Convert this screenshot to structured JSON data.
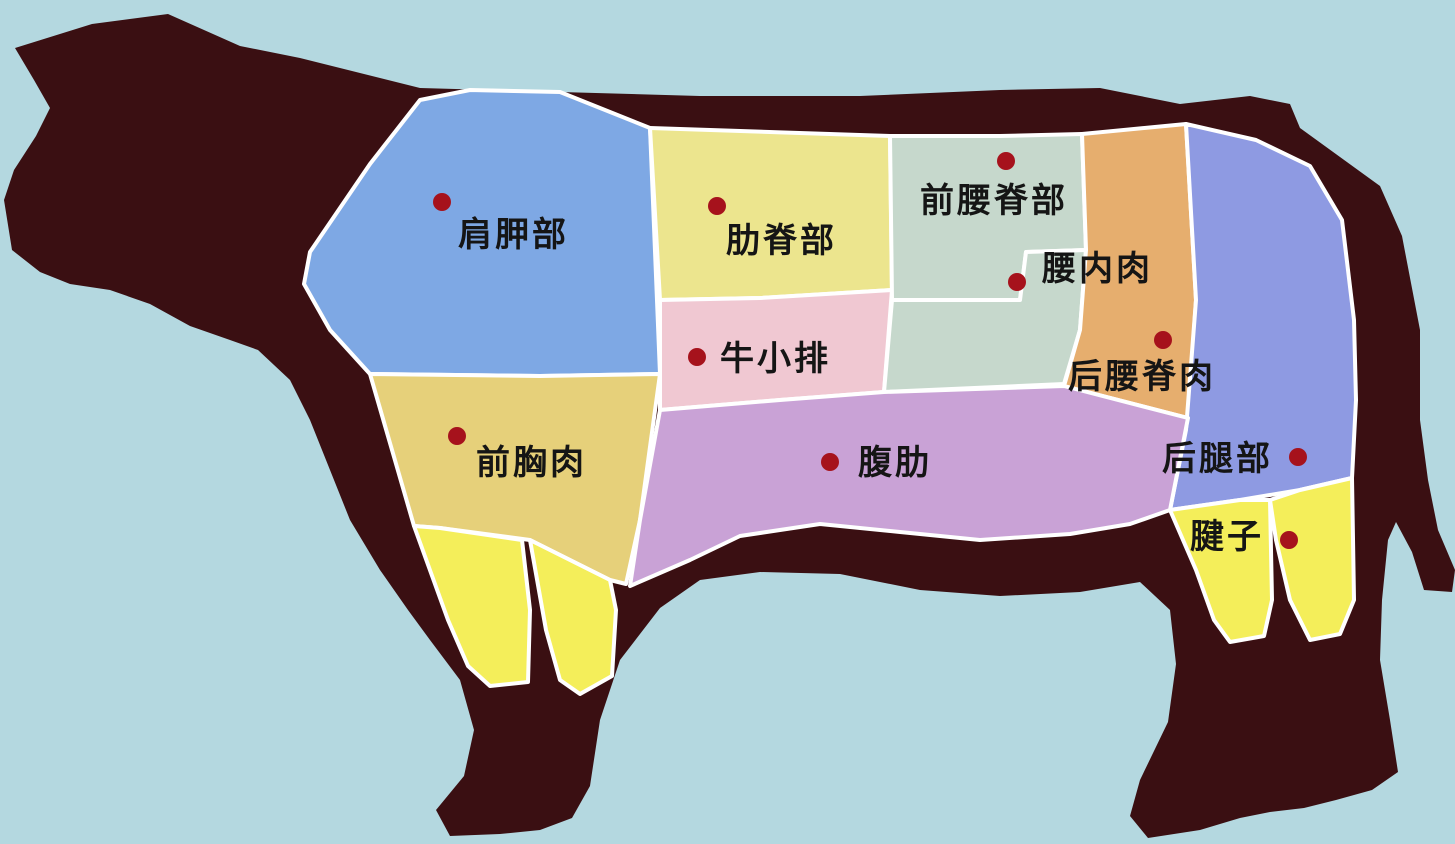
{
  "diagram": {
    "colors": {
      "background": "#b4d8e0",
      "silhouette": "#3a0f12",
      "outline": "#ffffff",
      "dot": "#a6121c",
      "label": "#151515"
    },
    "cuts": [
      {
        "id": "shoulder",
        "label": "肩胛部",
        "color": "#7ea8e4"
      },
      {
        "id": "rib",
        "label": "肋脊部",
        "color": "#ece58e"
      },
      {
        "id": "short-rib",
        "label": "牛小排",
        "color": "#f0c8d2"
      },
      {
        "id": "front-loin",
        "label": "前腰脊部",
        "color": "#c6d8cc"
      },
      {
        "id": "tenderloin",
        "label": "腰内肉",
        "color": "#c6d8cc"
      },
      {
        "id": "sirloin",
        "label": "后腰脊肉",
        "color": "#e6ae6e"
      },
      {
        "id": "round",
        "label": "后腿部",
        "color": "#8e9ae2"
      },
      {
        "id": "brisket",
        "label": "前胸肉",
        "color": "#e6d07a"
      },
      {
        "id": "flank",
        "label": "腹肋",
        "color": "#c9a2d6"
      },
      {
        "id": "shank",
        "label": "腱子",
        "color": "#f4ee5a"
      }
    ]
  }
}
